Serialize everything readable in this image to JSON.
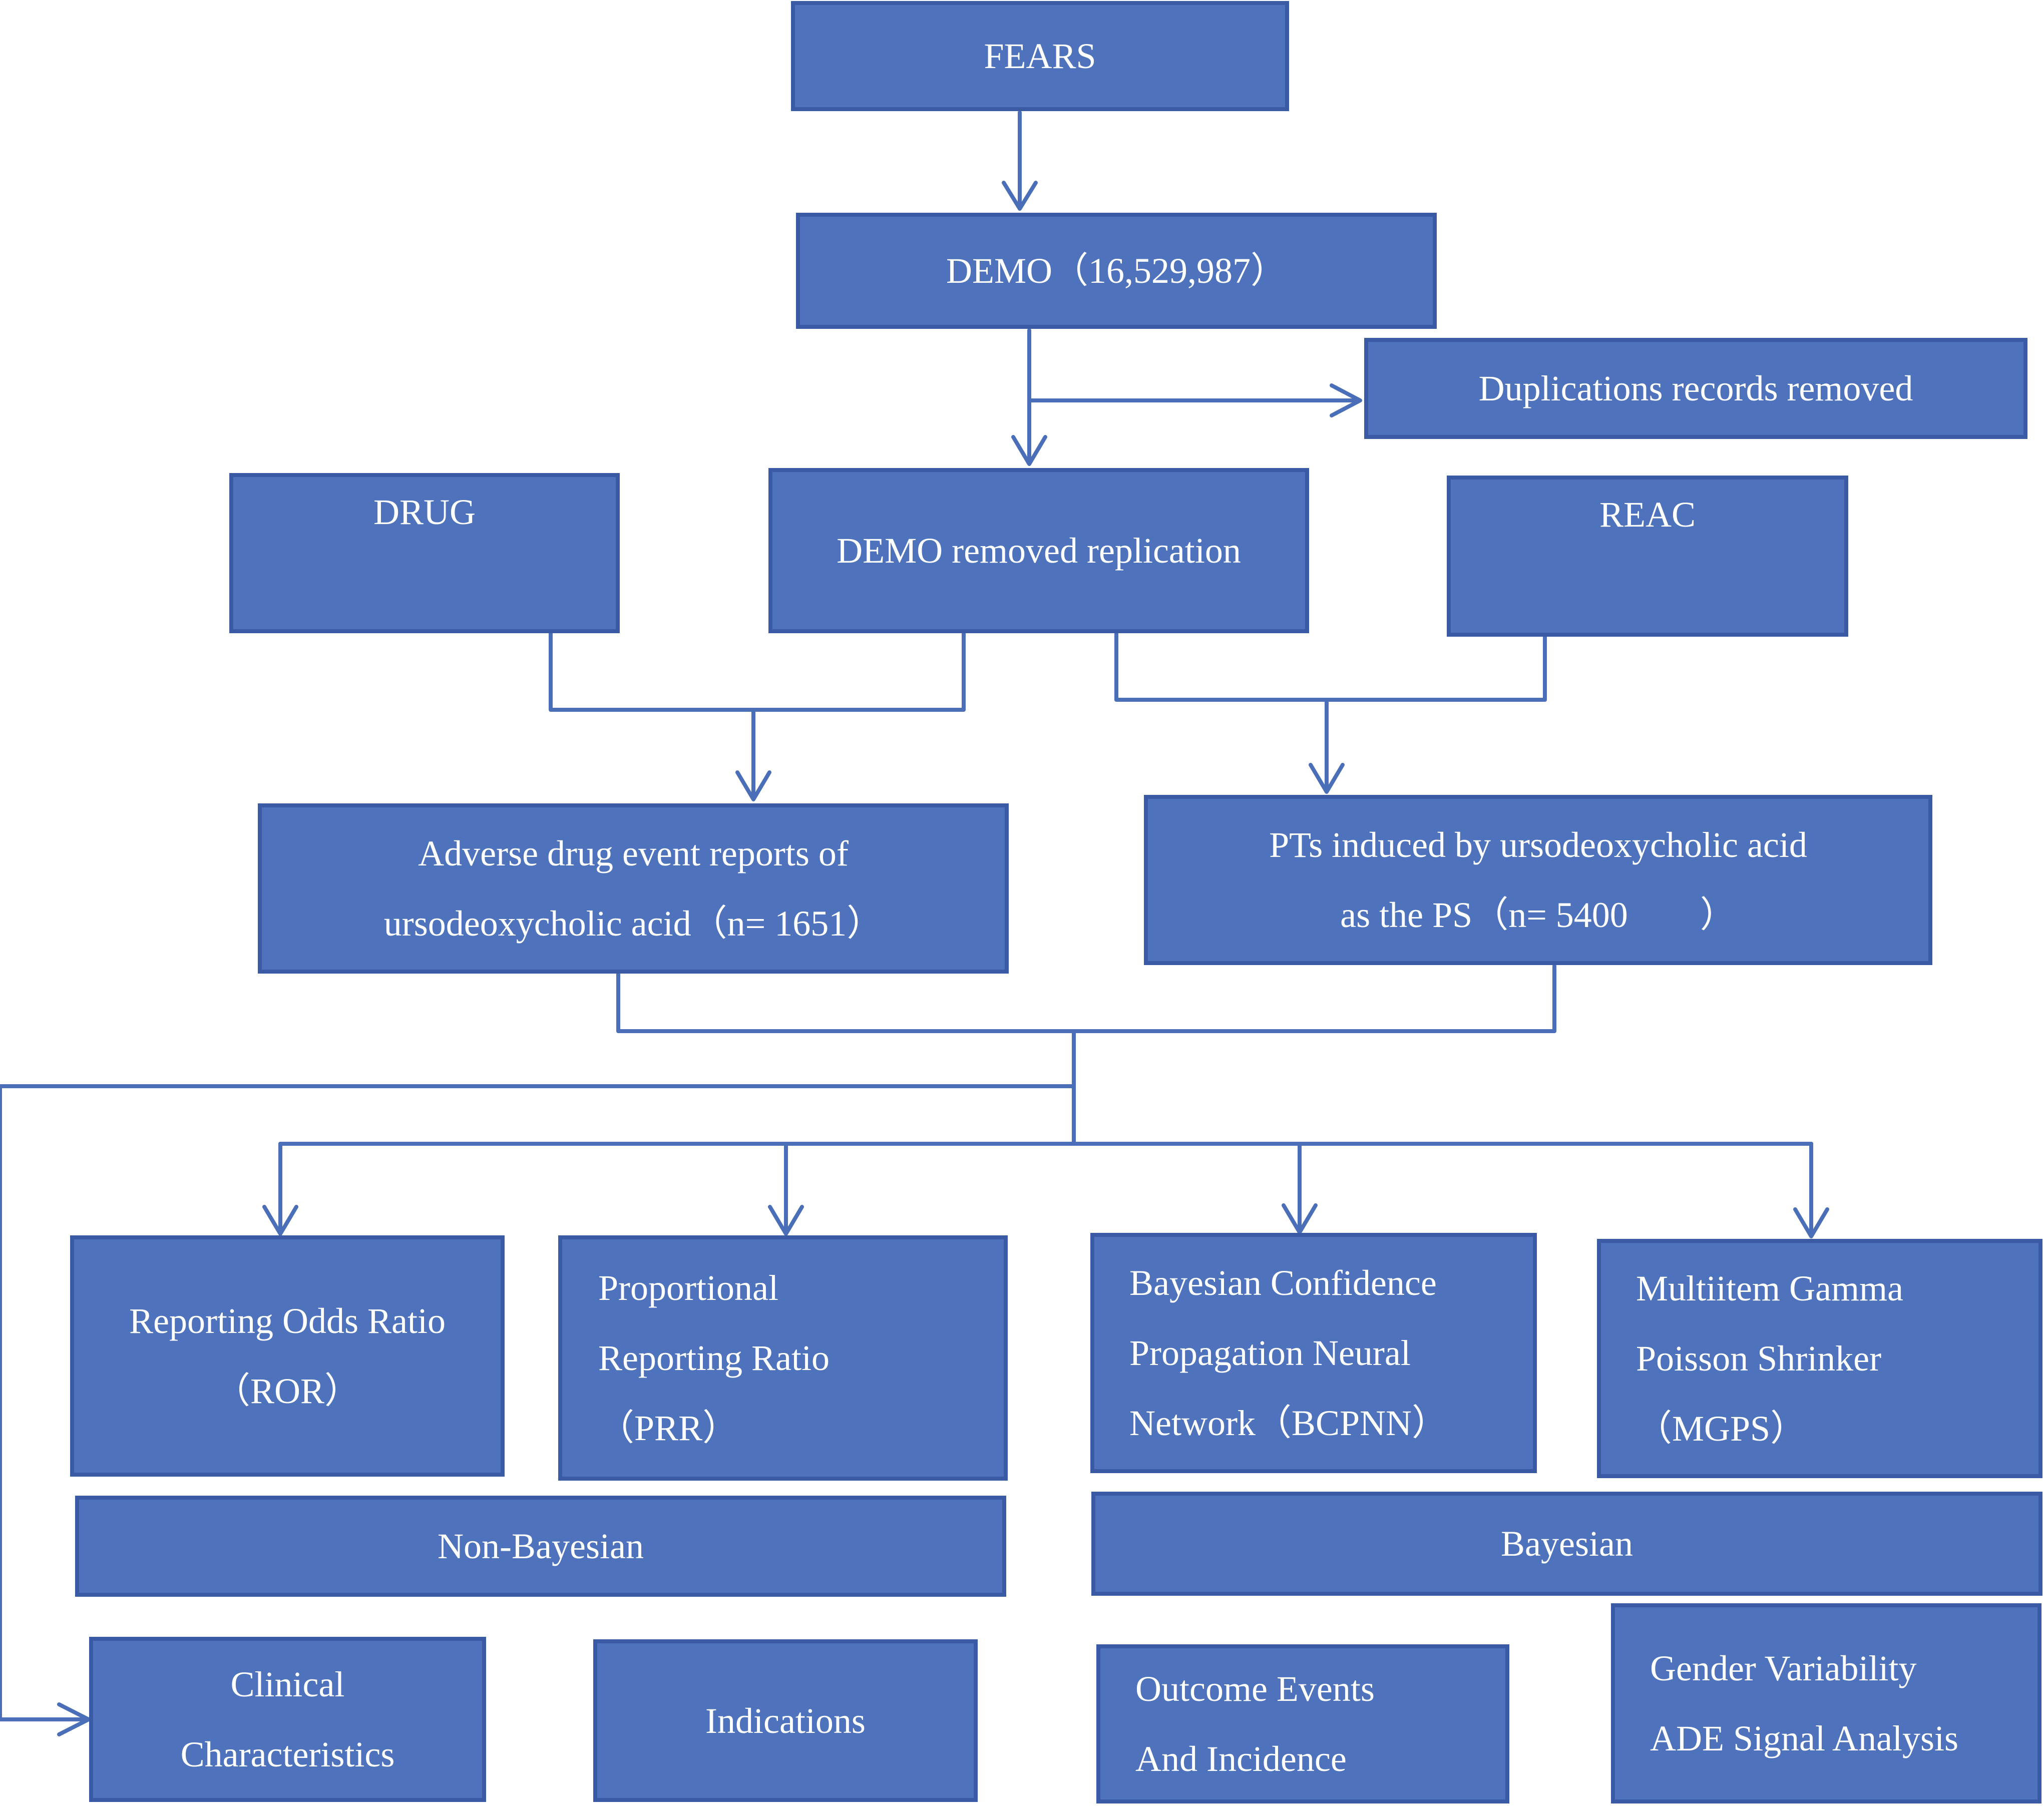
{
  "boxes": {
    "fears": "FEARS",
    "demo": "DEMO（16,529,987）",
    "duplications": "Duplications records removed",
    "drug": "DRUG",
    "demo_removed": "DEMO removed replication",
    "reac": "REAC",
    "adverse": [
      "Adverse drug event reports of",
      "ursodeoxycholic acid（n= 1651）"
    ],
    "pts": [
      "PTs induced by ursodeoxycholic acid",
      "as the PS（n= 5400　　）"
    ],
    "ror": [
      "Reporting Odds Ratio",
      "（ROR）"
    ],
    "prr": [
      "Proportional",
      "Reporting Ratio",
      "（PRR）"
    ],
    "bcpnn": [
      "Bayesian Confidence",
      "Propagation Neural",
      "Network（BCPNN）"
    ],
    "mgps": [
      "Multiitem Gamma",
      "Poisson Shrinker",
      "（MGPS）"
    ],
    "non_bayesian": "Non-Bayesian",
    "bayesian": "Bayesian",
    "clinical": [
      "Clinical",
      "Characteristics"
    ],
    "indications": "Indications",
    "outcome": [
      "Outcome Events",
      "And Incidence"
    ],
    "gender": [
      "Gender Variability",
      "ADE Signal Analysis"
    ]
  },
  "colors": {
    "box_fill": "#4e72bb",
    "box_border": "#3a5ba3",
    "connector": "#4a6fb8",
    "text": "#ffffff"
  }
}
